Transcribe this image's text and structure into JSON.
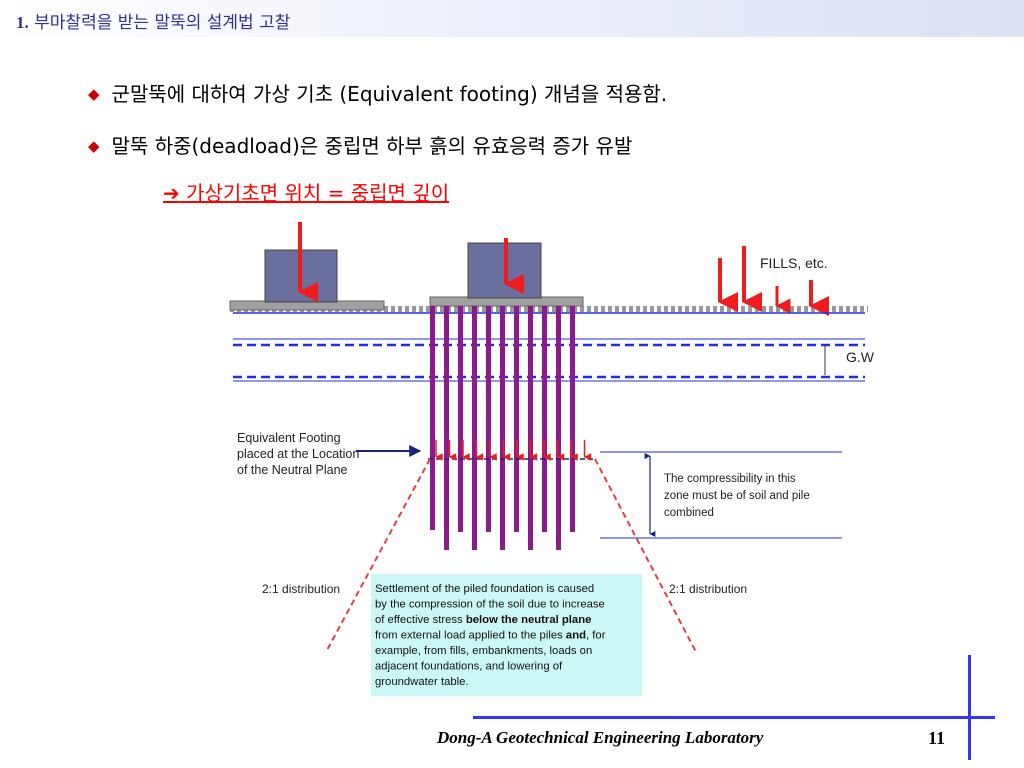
{
  "header": {
    "number": "1.",
    "title": "부마찰력을 받는 말뚝의 설계법 고찰"
  },
  "bullets": [
    "군말뚝에 대하여 가상 기초 (Equivalent footing) 개념을 적용함.",
    "말뚝 하중(deadload)은 중립면 하부 흙의 유효응력 증가 유발"
  ],
  "bullet_symbol": "◆",
  "result_line": {
    "arrow": "➔",
    "text": "가상기초면 위치 = 중립면 깊이"
  },
  "diagram": {
    "fills_label": "FILLS, etc.",
    "gw_label": "G.W",
    "equiv_footing_label": [
      "Equivalent Footing",
      "placed at the Location",
      "of the Neutral Plane"
    ],
    "compress_label": [
      "The compressibility in this",
      "zone must be of soil and pile",
      "combined"
    ],
    "left_distribution": "2:1 distribution",
    "right_distribution": "2:1 distribution",
    "settlement_note": [
      {
        "normal": "Settlement of  the piled foundation is caused",
        "bold": "",
        "after": ""
      },
      {
        "normal": "by the compression of the soil due to increase",
        "bold": "",
        "after": ""
      },
      {
        "normal": "of effective stress  ",
        "bold": "below the neutral plane",
        "after": ""
      },
      {
        "normal": "from external load applied to the piles ",
        "bold": "and",
        "after": ", for"
      },
      {
        "normal": "example, from fills, embankments, loads on",
        "bold": "",
        "after": ""
      },
      {
        "normal": "adjacent foundations, and lowering of",
        "bold": "",
        "after": ""
      },
      {
        "normal": "groundwater table.",
        "bold": "",
        "after": ""
      }
    ],
    "colors": {
      "pile": "#8b1a8b",
      "cap": "#6b6f9e",
      "arrow": "#ee1c1c",
      "water": "#1f2ee0",
      "note_bg": "#ccf7f7",
      "distribution": "#e04040"
    }
  },
  "footer": {
    "lab": "Dong-A Geotechnical Engineering Laboratory",
    "page": "11"
  }
}
